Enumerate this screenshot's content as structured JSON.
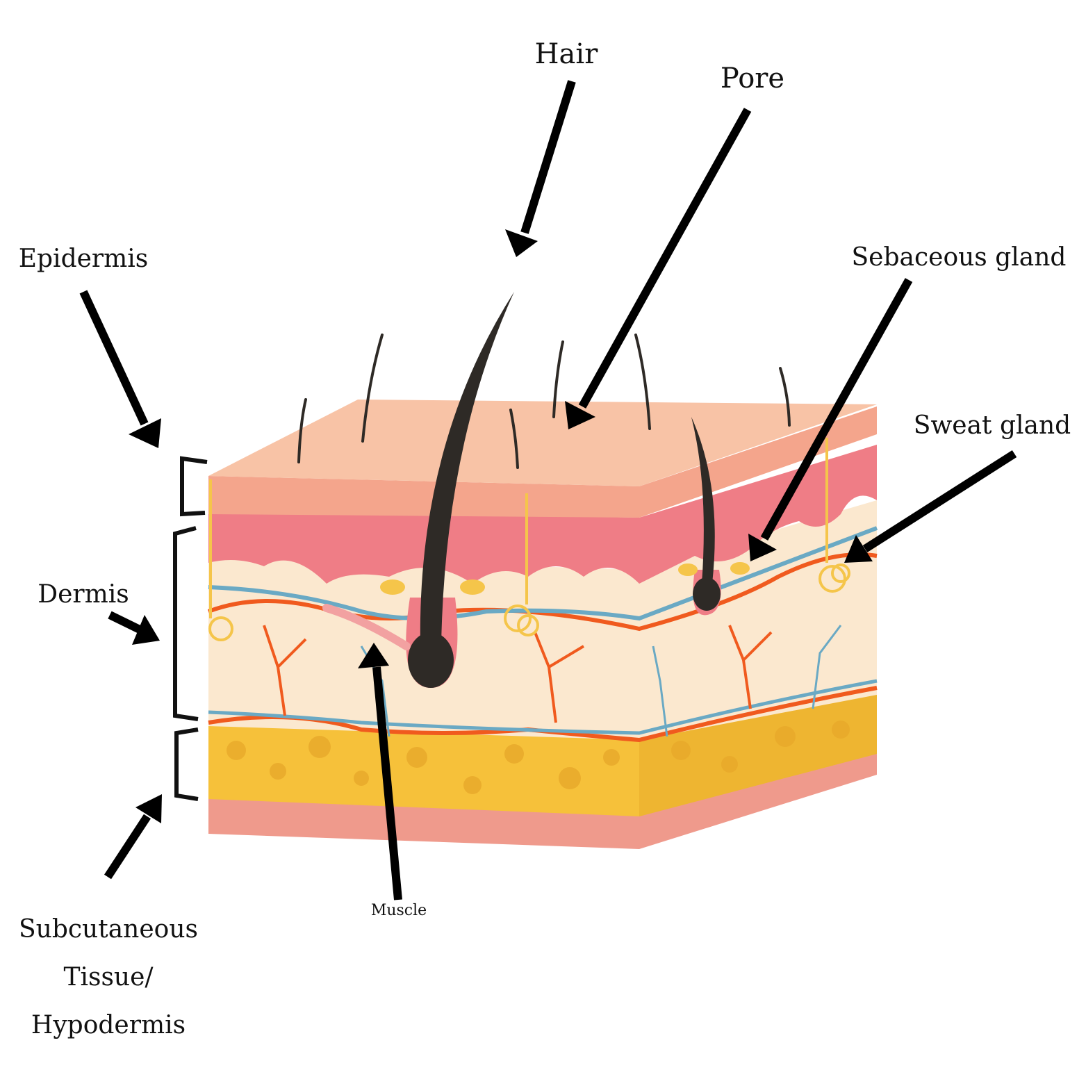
{
  "title": "Skin layers diagram",
  "labels": {
    "hair": "Hair",
    "pore": "Pore",
    "epidermis": "Epidermis",
    "sebaceous_gland": "Sebaceous gland",
    "sweat_gland": "Sweat gland",
    "dermis": "Dermis",
    "muscle": "Muscle",
    "subcutaneous_line1": "Subcutaneous",
    "subcutaneous_line2": "Tissue/",
    "subcutaneous_line3": "Hypodermis"
  },
  "colors": {
    "skin_top": "#f8c3a6",
    "epidermis_band": "#f4a58c",
    "dermis_pink": "#ef7d86",
    "dermis_cream": "#fbe8cf",
    "fat": "#f6c13a",
    "bottom": "#ef9a8c",
    "artery": "#f05a1e",
    "vein": "#6aa9c4",
    "hair": "#2e2a26",
    "arrow": "#000000"
  }
}
